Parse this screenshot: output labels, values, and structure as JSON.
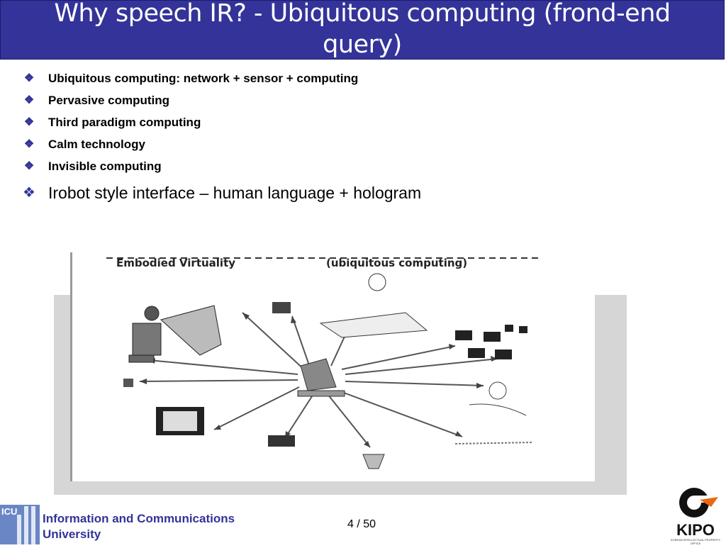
{
  "slide": {
    "title": "Why speech IR? - Ubiquitous computing (frond-end query)",
    "bullets": [
      {
        "text": "Ubiquitous computing: network + sensor + computing"
      },
      {
        "text": "Pervasive computing"
      },
      {
        "text": "Third paradigm computing"
      },
      {
        "text": "Calm technology"
      },
      {
        "text": "Invisible computing"
      }
    ],
    "main_bullet": "Irobot style interface – human language + hologram",
    "bullet_icon": "diamond-bullet-icon",
    "accent_color": "#333399"
  },
  "figure": {
    "heading_left": "Embodied Virtuality",
    "heading_right": "(ubiquitous computing)"
  },
  "footer": {
    "institution_line1": "Information and Communications",
    "institution_line2": "University",
    "page": "4 / 50",
    "left_logo_text": "ICU",
    "right_logo_text": "KIPO",
    "right_logo_caption": "KOREAN INTELLECTUAL PROPERTY OFFICE"
  }
}
